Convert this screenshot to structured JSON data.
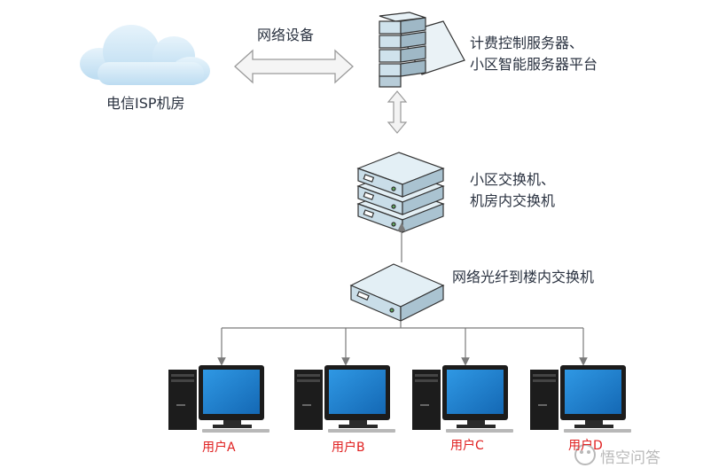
{
  "labels": {
    "cloud": "电信ISP机房",
    "link": "网络设备",
    "server_line1": "计费控制服务器、",
    "server_line2": "小区智能服务器平台",
    "switch_line1": "小区交换机、",
    "switch_line2": "机房内交换机",
    "fiber": "网络光纤到楼内交换机"
  },
  "users": [
    "用户A",
    "用户B",
    "用户C",
    "用户D"
  ],
  "watermark": "悟空问答",
  "icons": {
    "cloud": "cloud-icon",
    "server": "server-rack-icon",
    "switch": "network-switch-icon",
    "computer": "desktop-computer-icon",
    "arrow": "double-arrow-icon"
  },
  "colors": {
    "cloud": "#cfe7f7",
    "device": "#dfeef5",
    "line": "#7a7a7a",
    "screen": "#1f86d6",
    "user_label": "#e02020",
    "text": "#2a3240"
  }
}
